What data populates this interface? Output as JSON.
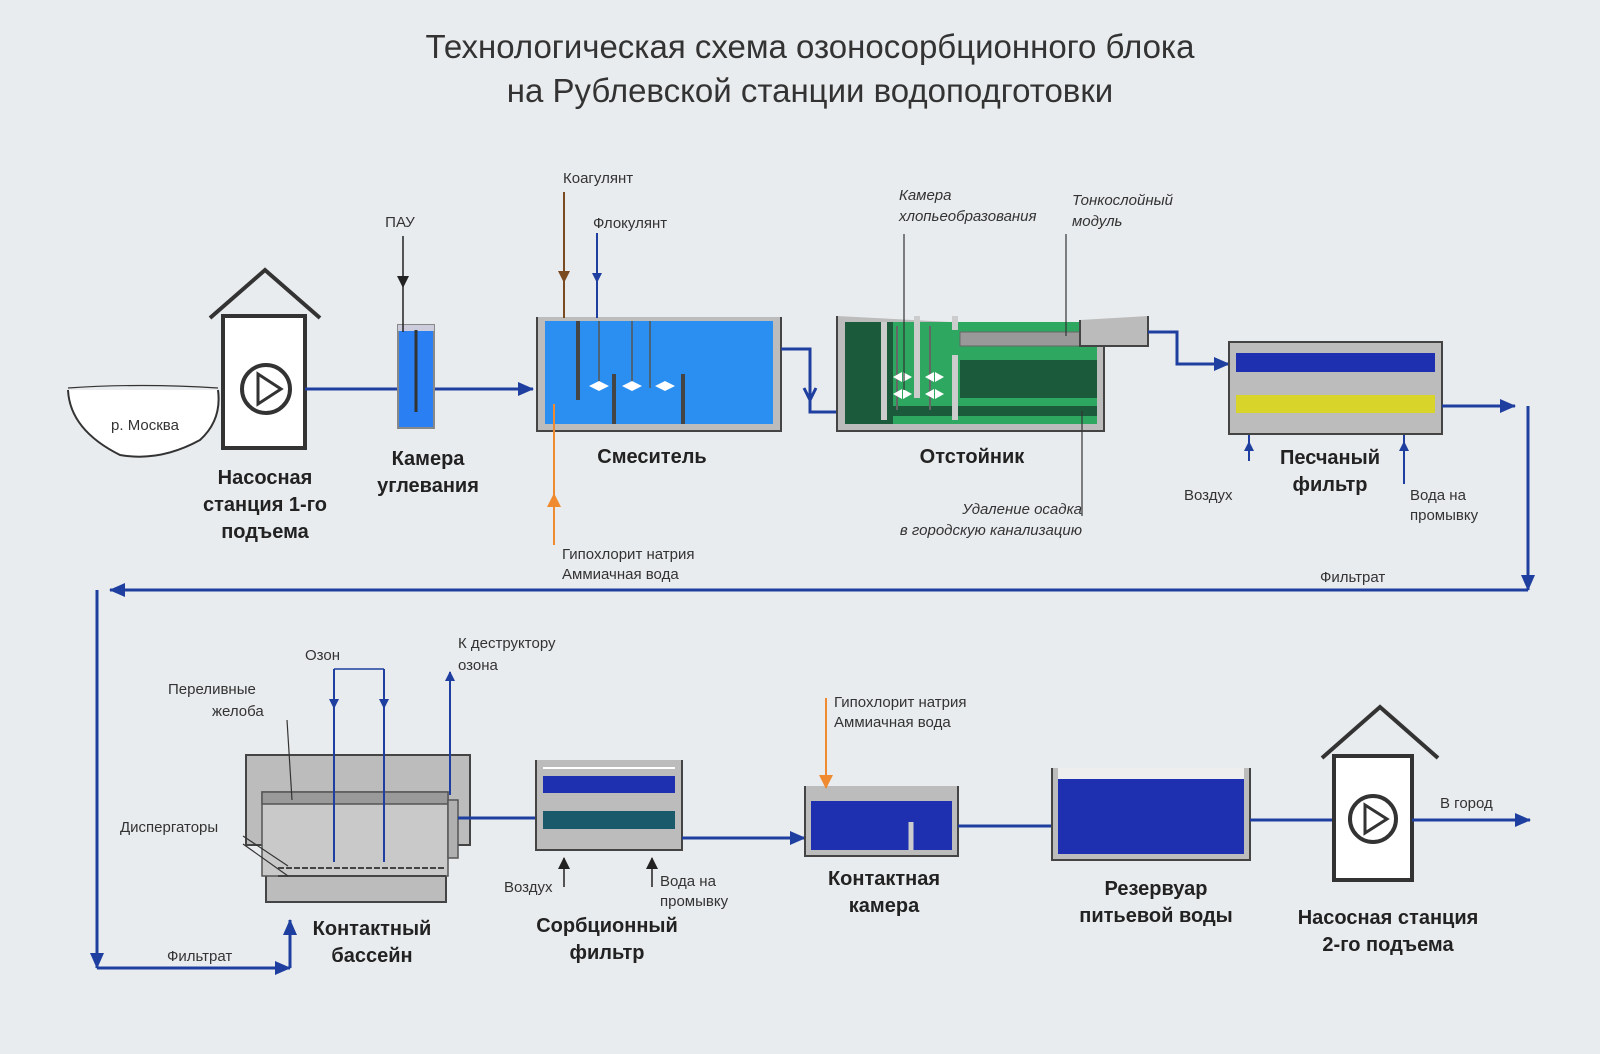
{
  "title": {
    "line1": "Технологическая схема озоносорбционного блока",
    "line2": "на Рублевской станции водоподготовки"
  },
  "units": {
    "pump1": [
      "Насосная",
      "станция 1-го",
      "подъема"
    ],
    "carbon_chamber": [
      "Камера",
      "углевания"
    ],
    "mixer": "Смеситель",
    "settler": "Отстойник",
    "sand_filter": [
      "Песчаный",
      "фильтр"
    ],
    "contact_pool": [
      "Контактный",
      "бассейн"
    ],
    "sorption_filter": [
      "Сорбционный",
      "фильтр"
    ],
    "contact_chamber": [
      "Контактная",
      "камера"
    ],
    "reservoir": [
      "Резервуар",
      "питьевой воды"
    ],
    "pump2": [
      "Насосная станция",
      "2-го подъема"
    ]
  },
  "labels": {
    "river": "р. Москва",
    "pau": "ПАУ",
    "coagulant": "Коагулянт",
    "flocculant": "Флокулянт",
    "hypochlorite1": [
      "Гипохлорит натрия",
      "Аммиачная вода"
    ],
    "floc_chamber": [
      "Камера",
      "хлопьеобразования"
    ],
    "thin_layer": [
      "Тонкослойный",
      "модуль"
    ],
    "sludge": [
      "Удаление осадка",
      "в городскую канализацию"
    ],
    "air1": "Воздух",
    "wash1": [
      "Вода на",
      "промывку"
    ],
    "filtrate1": "Фильтрат",
    "filtrate2": "Фильтрат",
    "ozone": "Озон",
    "destructor": [
      "К деструктору",
      "озона"
    ],
    "overflow": [
      "Переливные",
      "желоба"
    ],
    "dispergators": "Диспергаторы",
    "air2": "Воздух",
    "wash2": [
      "Вода на",
      "промывку"
    ],
    "hypochlorite2": [
      "Гипохлорит натрия",
      "Аммиачная вода"
    ],
    "to_city": "В город"
  },
  "colors": {
    "pipe": "#1f3fa0",
    "water_light": "#3a8ff0",
    "water_dark": "#1e2fb0",
    "sludge_green": "#2ea860",
    "dark_green": "#1c5a3c",
    "sand_yellow": "#d8d42a",
    "coagulant_brown": "#7a4a20",
    "reagent_orange": "#f08a30",
    "carbon_blue": "#1a5a6a"
  }
}
